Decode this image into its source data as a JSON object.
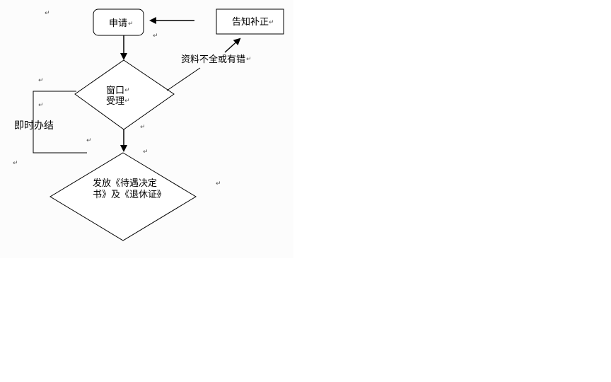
{
  "flowchart": {
    "apply": "申请",
    "notify": "告知补正",
    "incomplete": "资料不全或有错",
    "window_line1": "窗口",
    "window_line2": "受理",
    "instant": "即时办结",
    "issue_line1": "发放《待遇决定",
    "issue_line2": "书》及《退休证》"
  },
  "paragraph_mark": "↵"
}
